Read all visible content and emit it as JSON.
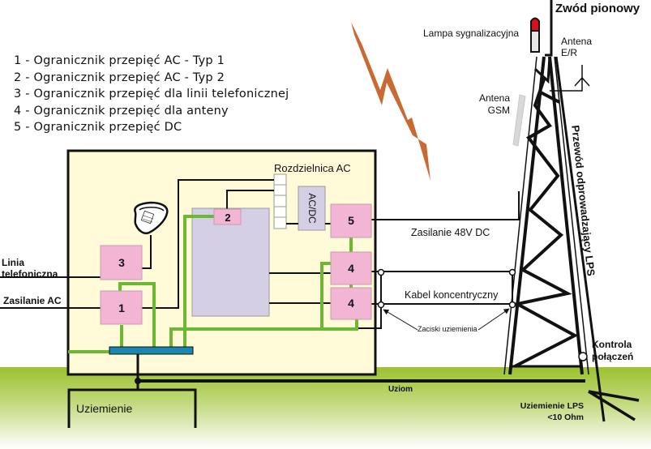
{
  "legend": [
    {
      "num": "1",
      "text": "1 - Ogranicznik przepięć AC - Typ 1"
    },
    {
      "num": "2",
      "text": "2 - Ogranicznik przepięć AC - Typ 2"
    },
    {
      "num": "3",
      "text": "3 - Ogranicznik przepięć dla linii telefonicznej"
    },
    {
      "num": "4",
      "text": "4 - Ogranicznik przepięć dla anteny"
    },
    {
      "num": "5",
      "text": "5 - Ogranicznik przepięć DC"
    }
  ],
  "labels": {
    "vertical_conductor": "Zwód pionowy",
    "signal_lamp": "Lampa sygnalizacyjna",
    "antenna_er_line1": "Antena",
    "antenna_er_line2": "E/R",
    "antenna_gsm_line1": "Antena",
    "antenna_gsm_line2": "GSM",
    "lps_down_conductor": "Przewód odprowadzający LPS",
    "distribution_board": "Rozdzielnica AC",
    "acdc": "AC/DC",
    "dc_supply": "Zasilanie 48V DC",
    "coax_cable": "Kabel koncentryczny",
    "earthing_clamps": "Zaciski uziemienia",
    "phone_line_1": "Linia",
    "phone_line_2": "telefoniczna",
    "ac_supply": "Zasilanie  AC",
    "connection_check_1": "Kontrola",
    "connection_check_2": "połączeń",
    "earth_electrode": "Uziom",
    "earthing": "Uziemienie",
    "lps_earthing_1": "Uziemienie LPS",
    "lps_earthing_2": "<10 Ohm"
  },
  "spd_boxes": {
    "b1": "1",
    "b2": "2",
    "b3": "3",
    "b4a": "4",
    "b4b": "4",
    "b5": "5"
  },
  "colors": {
    "shelter_fill": "#fffad8",
    "spd_pink": "#f2b5d4",
    "equipment_lavender": "#d5cfe6",
    "ground_green": "#9bc22e",
    "ground_wire_green": "#6bb833",
    "busbar_blue": "#1a87b0",
    "lightning_orange": "#c86a32",
    "lamp_red": "#d9101a",
    "gsm_gray": "#d8d8d8"
  }
}
